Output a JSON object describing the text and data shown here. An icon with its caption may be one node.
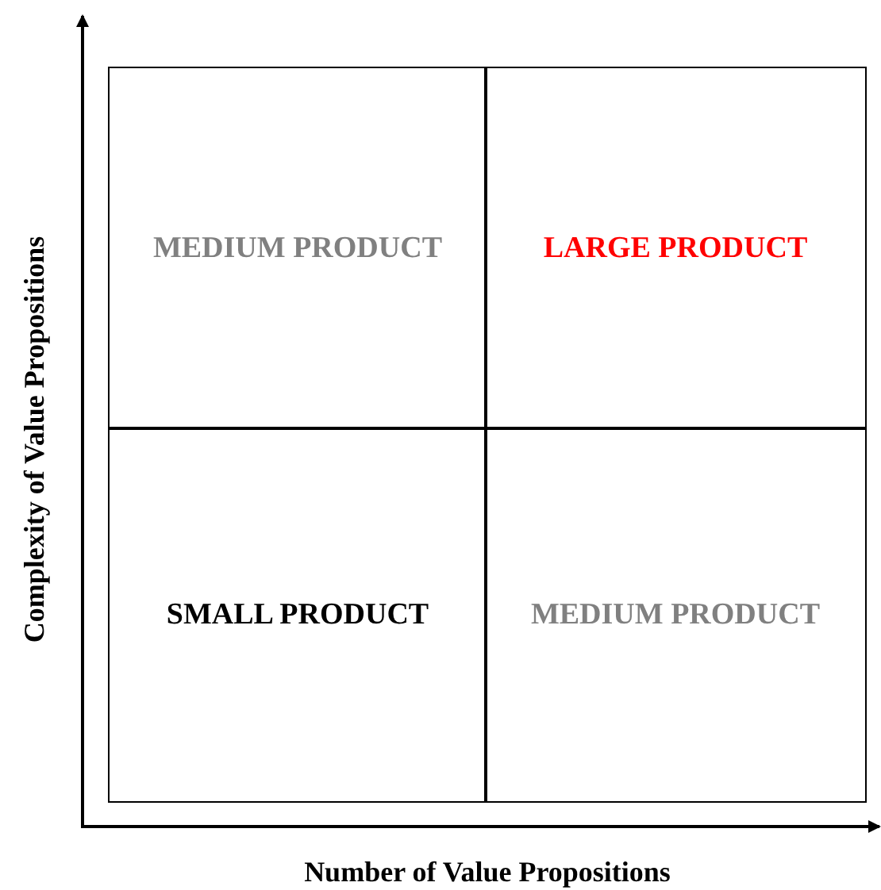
{
  "diagram": {
    "nodes": [
      {
        "text": [
          "MEDIUM PRODUCT"
        ]
      },
      {
        "text": [
          "LARGE PRODUCT"
        ]
      },
      {
        "text": [
          "SMALL PRODUCT"
        ]
      },
      {
        "text": [
          "MEDIUM PRODUCT"
        ]
      }
    ],
    "labels": [
      "Complexity of Value Propositions",
      "Number of Value Propositions"
    ]
  }
}
